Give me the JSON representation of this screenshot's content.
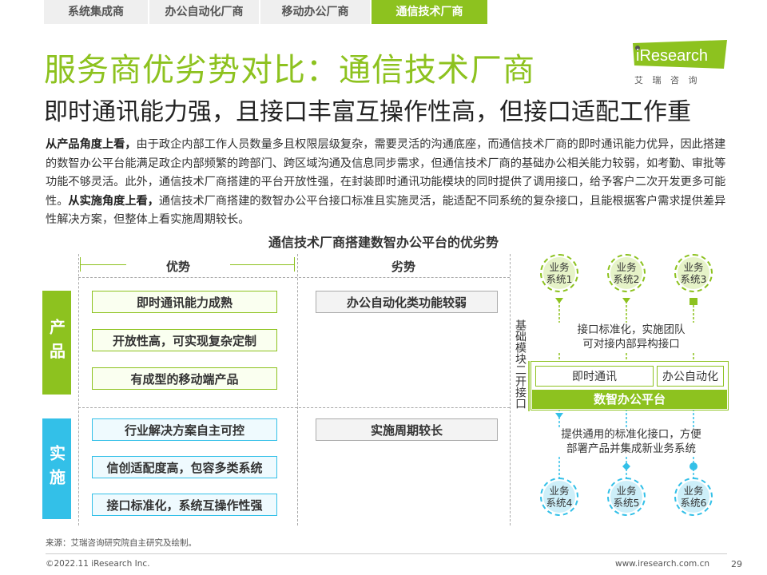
{
  "tabs": [
    {
      "label": "系统集成商",
      "active": false
    },
    {
      "label": "办公自动化厂商",
      "active": false
    },
    {
      "label": "移动办公厂商",
      "active": false
    },
    {
      "label": "通信技术厂商",
      "active": true
    }
  ],
  "logo": {
    "brand": "iResearch",
    "cn": "艾 瑞 咨 询"
  },
  "title": "服务商优劣势对比：通信技术厂商",
  "subtitle": "即时通讯能力强，且接口丰富互操作性高，但接口适配工作重",
  "description": {
    "lead1": "从产品角度上看，",
    "text1": "由于政企内部工作人员数量多且权限层级复杂，需要灵活的沟通底座，而通信技术厂商的即时通讯能力优异，因此搭建的数智办公平台能满足政企内部频繁的跨部门、跨区域沟通及信息同步需求，但通信技术厂商的基础办公相关能力较弱，如考勤、审批等功能不够灵活。此外，通信技术厂商搭建的平台开放性强，在封装即时通讯功能模块的同时提供了调用接口，给予客户二次开发更多可能性。",
    "lead2": "从实施角度上看，",
    "text2": "通信技术厂商搭建的数智办公平台接口标准且实施灵活，能适配不同系统的复杂接口，且能根据客户需求提供差异性解决方案，但整体上看实施周期较长。"
  },
  "chart_title": "通信技术厂商搭建数智办公平台的优劣势",
  "matrix": {
    "adv_header": "优势",
    "dis_header": "劣势",
    "categories": [
      {
        "label": "产品",
        "advantages": [
          "即时通讯能力成熟",
          "开放性高，可实现复杂定制",
          "有成型的移动端产品"
        ],
        "disadvantages": [
          "办公自动化类功能较弱"
        ]
      },
      {
        "label": "实施",
        "advantages": [
          "行业解决方案自主可控",
          "信创适配度高，包容多类系统",
          "接口标准化，系统互操作性强"
        ],
        "disadvantages": [
          "实施周期较长"
        ]
      }
    ]
  },
  "diagram": {
    "top_systems": [
      "业务\n系统1",
      "业务\n系统2",
      "业务\n系统3"
    ],
    "bottom_systems": [
      "业务\n系统4",
      "业务\n系统5",
      "业务\n系统6"
    ],
    "top_note": "接口标准化，实施团队\n可对接内部异构接口",
    "bottom_note": "提供通用的标准化接口，方便\n部署产品并集成新业务系统",
    "side_label": "基础模块二开接口",
    "module1": "即时通讯",
    "module2": "办公自动化",
    "platform": "数智办公平台"
  },
  "source": "来源：艾瑞咨询研究院自主研究及绘制。",
  "copyright": "©2022.11 iResearch Inc.",
  "website": "www.iresearch.com.cn",
  "page_number": "29",
  "colors": {
    "green": "#8dc21f",
    "blue": "#33c0e8",
    "gray": "#aaaaaa"
  }
}
